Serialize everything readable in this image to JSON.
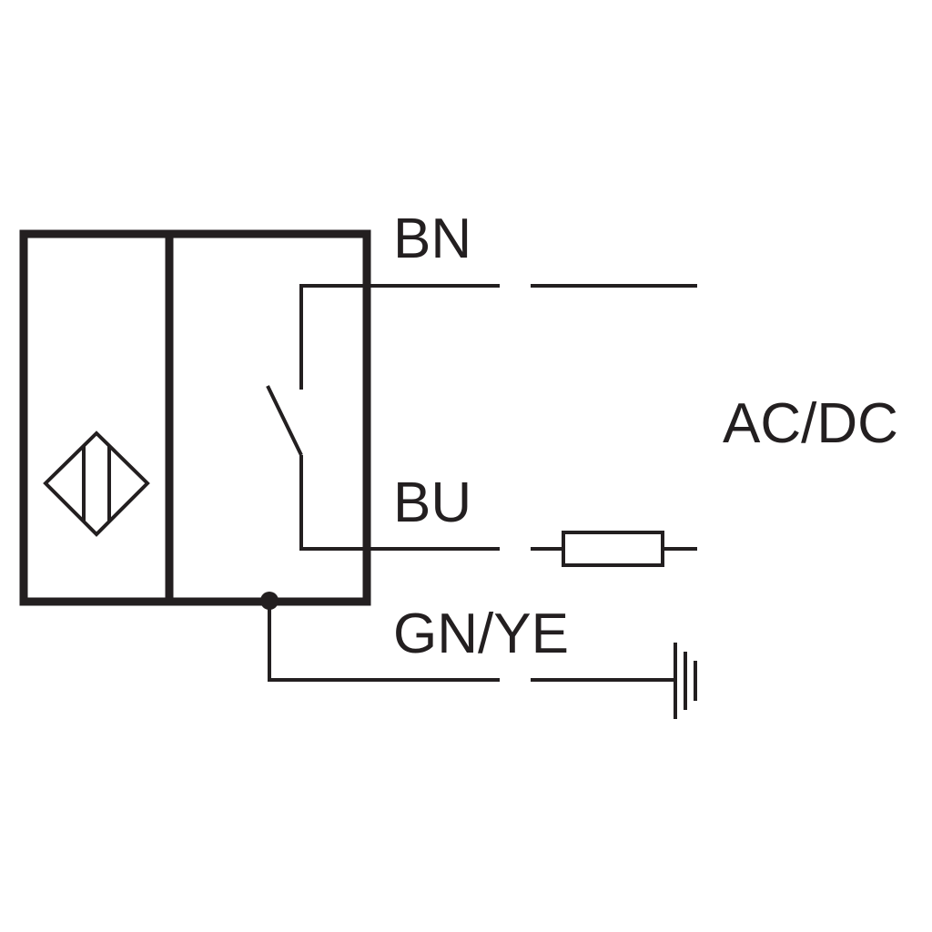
{
  "diagram": {
    "wires": {
      "brown": "BN",
      "blue": "BU",
      "ground": "GN/YE"
    },
    "supply": "AC/DC",
    "colors": {
      "ink": "#231f20",
      "background": "#ffffff"
    },
    "icons": {
      "sensor": "inductive-sensor-icon",
      "switch": "normally-open-contact-icon",
      "load": "load-resistor-icon",
      "earth": "earth-ground-icon"
    }
  }
}
